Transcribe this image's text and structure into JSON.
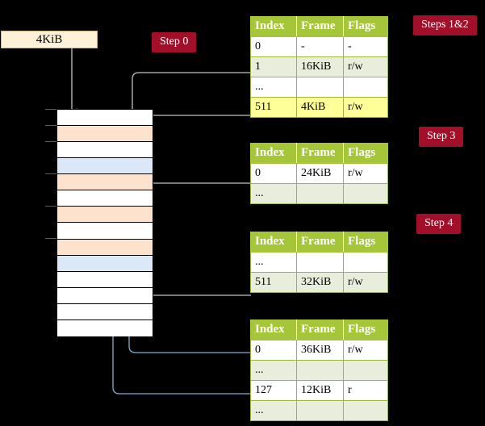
{
  "diagram": {
    "title": "page-table-walk-diagram",
    "frame_box": {
      "label": "4KiB"
    },
    "steps": [
      {
        "id": "step0",
        "label": "Step 0"
      },
      {
        "id": "steps12",
        "label": "Steps 1&2"
      },
      {
        "id": "step3",
        "label": "Step 3"
      },
      {
        "id": "step4",
        "label": "Step 4"
      }
    ],
    "colors": {
      "step_pill": "#a10f29",
      "table_header": "#a5c639",
      "table_alt_row": "#e8eedb",
      "highlight": "#ffff99",
      "frame_box": "#fdf2d8",
      "mem_orange": "#fde3cd",
      "mem_blue": "#dbe8f8",
      "wire_grey": "#b9bcbe",
      "wire_blue": "#8aa9cf"
    },
    "memory_column": {
      "name": "physical-memory-column",
      "rows": [
        {
          "fill": "white"
        },
        {
          "fill": "orange"
        },
        {
          "fill": "white"
        },
        {
          "fill": "blue"
        },
        {
          "fill": "orange"
        },
        {
          "fill": "white"
        },
        {
          "fill": "orange"
        },
        {
          "fill": "white"
        },
        {
          "fill": "orange"
        },
        {
          "fill": "blue"
        },
        {
          "fill": "white"
        },
        {
          "fill": "white"
        },
        {
          "fill": "white"
        },
        {
          "fill": "white"
        }
      ]
    },
    "tables": [
      {
        "id": "table-1",
        "name": "page-table-level-1",
        "headers": [
          "Index",
          "Frame",
          "Flags"
        ],
        "rows": [
          {
            "style": "plain",
            "cells": [
              "0",
              "-",
              "-"
            ],
            "highlight": [
              false,
              false,
              false
            ]
          },
          {
            "style": "alt",
            "cells": [
              "1",
              "16KiB",
              "r/w"
            ],
            "highlight": [
              false,
              false,
              false
            ]
          },
          {
            "style": "plain",
            "cells": [
              "...",
              "",
              ""
            ],
            "highlight": [
              false,
              false,
              false
            ]
          },
          {
            "style": "alt",
            "cells": [
              "511",
              "4KiB",
              "r/w"
            ],
            "highlight": [
              true,
              true,
              true
            ]
          }
        ]
      },
      {
        "id": "table-2",
        "name": "page-table-level-2",
        "headers": [
          "Index",
          "Frame",
          "Flags"
        ],
        "rows": [
          {
            "style": "plain",
            "cells": [
              "0",
              "24KiB",
              "r/w"
            ],
            "highlight": [
              false,
              false,
              false
            ]
          },
          {
            "style": "alt",
            "cells": [
              "...",
              "",
              ""
            ],
            "highlight": [
              false,
              false,
              false
            ]
          }
        ]
      },
      {
        "id": "table-3",
        "name": "page-table-level-3",
        "headers": [
          "Index",
          "Frame",
          "Flags"
        ],
        "rows": [
          {
            "style": "plain",
            "cells": [
              "...",
              "",
              ""
            ],
            "highlight": [
              false,
              false,
              false
            ]
          },
          {
            "style": "alt",
            "cells": [
              "511",
              "32KiB",
              "r/w"
            ],
            "highlight": [
              false,
              false,
              false
            ]
          }
        ]
      },
      {
        "id": "table-4",
        "name": "page-table-level-4",
        "headers": [
          "Index",
          "Frame",
          "Flags"
        ],
        "rows": [
          {
            "style": "plain",
            "cells": [
              "0",
              "36KiB",
              "r/w"
            ],
            "highlight": [
              false,
              false,
              false
            ]
          },
          {
            "style": "alt",
            "cells": [
              "...",
              "",
              ""
            ],
            "highlight": [
              false,
              false,
              false
            ]
          },
          {
            "style": "plain",
            "cells": [
              "127",
              "12KiB",
              "r"
            ],
            "highlight": [
              false,
              false,
              false
            ]
          },
          {
            "style": "alt",
            "cells": [
              "...",
              "",
              ""
            ],
            "highlight": [
              false,
              false,
              false
            ]
          }
        ]
      }
    ]
  }
}
